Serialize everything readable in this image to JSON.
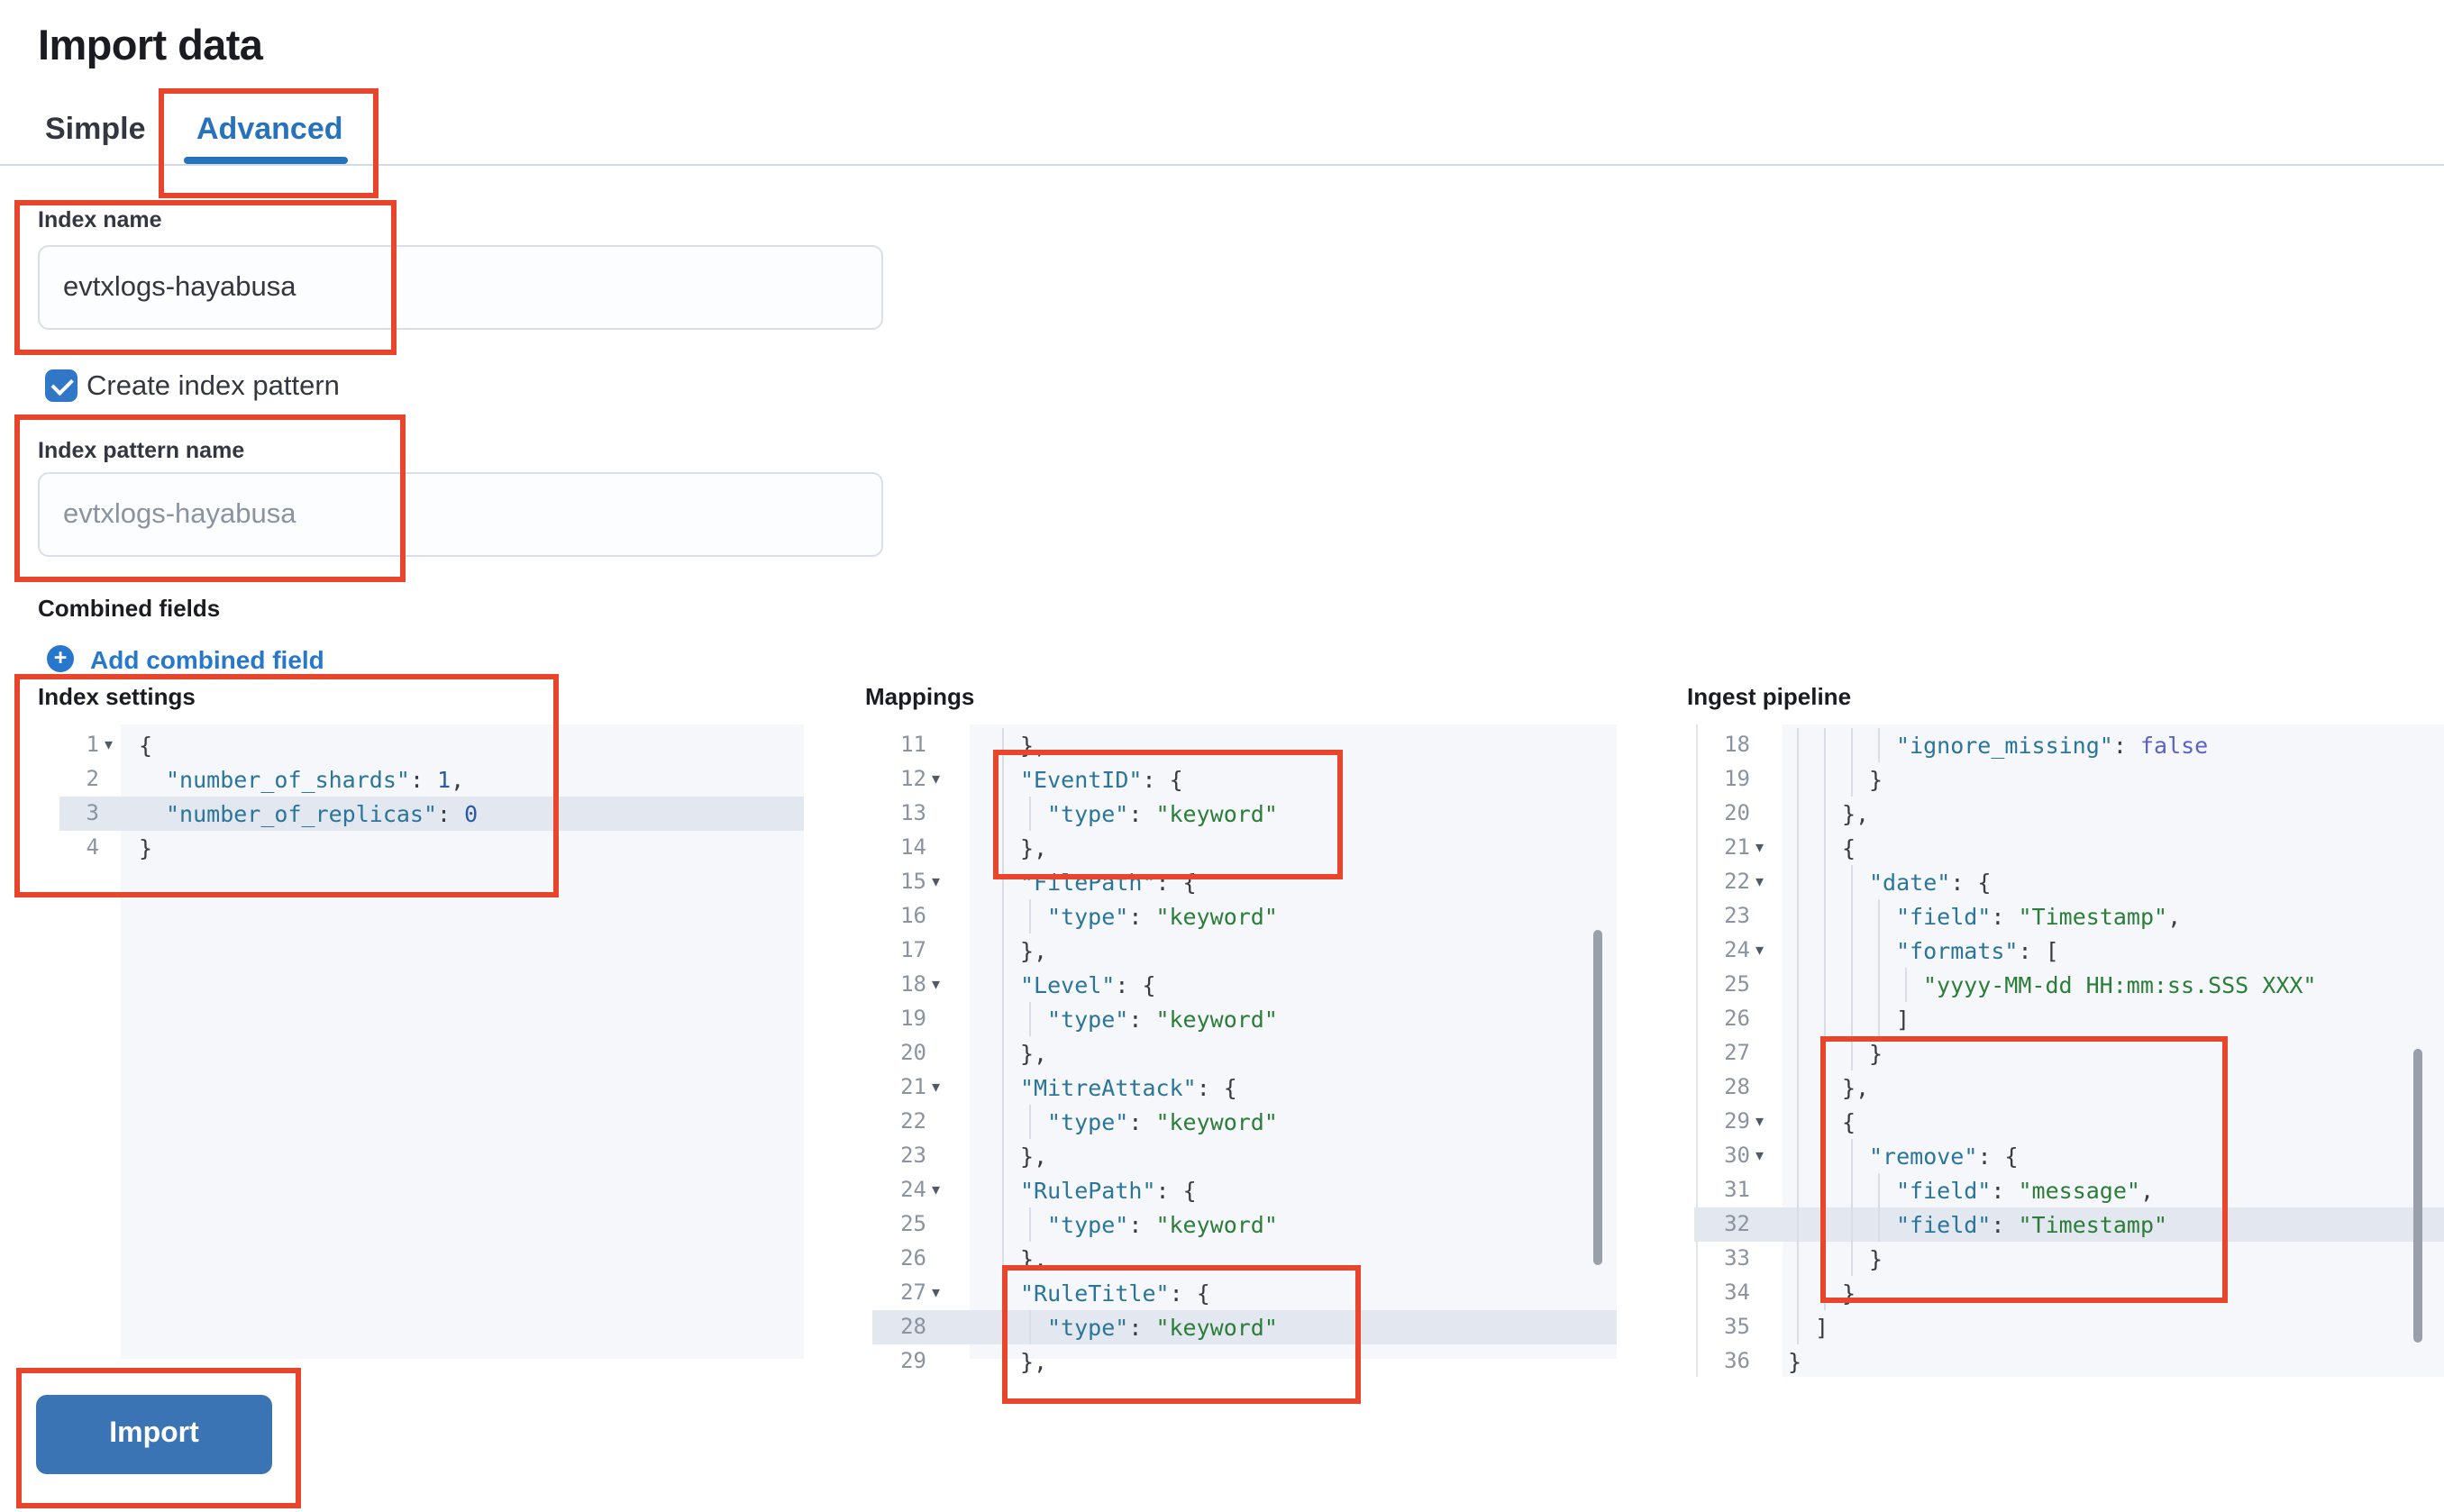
{
  "page": {
    "title": "Import data"
  },
  "tabs": [
    {
      "label": "Simple",
      "selected": false
    },
    {
      "label": "Advanced",
      "selected": true
    }
  ],
  "form": {
    "index_name": {
      "label": "Index name",
      "value": "evtxlogs-hayabusa"
    },
    "create_index_pattern": {
      "label": "Create index pattern",
      "checked": true
    },
    "index_pattern_name": {
      "label": "Index pattern name",
      "placeholder": "evtxlogs-hayabusa"
    },
    "combined_fields": {
      "label": "Combined fields",
      "add_link": "Add combined field",
      "add_icon": "+"
    }
  },
  "import_button": {
    "label": "Import"
  },
  "colors": {
    "accent_blue": "#2673bb",
    "link_blue": "#2777cd",
    "button_blue": "#3a74b4",
    "checkbox_blue": "#3077c8",
    "annotation_red": "#e9442c",
    "editor_background": "#f5f7fa",
    "highlight_row": "#e3e7ef",
    "code_key": "#2a7599",
    "code_string": "#2b7d39",
    "code_number": "#275ba6",
    "code_boolean": "#5c61c9"
  },
  "editors": [
    {
      "id": "index-settings",
      "label": "Index settings",
      "lines": [
        {
          "n": 1,
          "indent": 0,
          "caret": true,
          "tokens": [
            [
              "p",
              "{"
            ]
          ]
        },
        {
          "n": 2,
          "indent": 2,
          "tokens": [
            [
              "k",
              "\"number_of_shards\""
            ],
            [
              "p",
              ": "
            ],
            [
              "n",
              "1"
            ],
            [
              "p",
              ","
            ]
          ]
        },
        {
          "n": 3,
          "indent": 2,
          "hl": true,
          "tokens": [
            [
              "k",
              "\"number_of_replicas\""
            ],
            [
              "p",
              ": "
            ],
            [
              "n",
              "0"
            ]
          ]
        },
        {
          "n": 4,
          "indent": 0,
          "tokens": [
            [
              "p",
              "}"
            ]
          ]
        }
      ]
    },
    {
      "id": "mappings",
      "label": "Mappings",
      "lines": [
        {
          "n": 11,
          "indent": 2,
          "tokens": [
            [
              "p",
              "},"
            ]
          ]
        },
        {
          "n": 12,
          "indent": 2,
          "caret": true,
          "tokens": [
            [
              "k",
              "\"EventID\""
            ],
            [
              "p",
              ": {"
            ]
          ]
        },
        {
          "n": 13,
          "indent": 4,
          "tokens": [
            [
              "k",
              "\"type\""
            ],
            [
              "p",
              ": "
            ],
            [
              "s",
              "\"keyword\""
            ]
          ]
        },
        {
          "n": 14,
          "indent": 2,
          "tokens": [
            [
              "p",
              "},"
            ]
          ]
        },
        {
          "n": 15,
          "indent": 2,
          "caret": true,
          "tokens": [
            [
              "k",
              "\"FilePath\""
            ],
            [
              "p",
              ": {"
            ]
          ]
        },
        {
          "n": 16,
          "indent": 4,
          "tokens": [
            [
              "k",
              "\"type\""
            ],
            [
              "p",
              ": "
            ],
            [
              "s",
              "\"keyword\""
            ]
          ]
        },
        {
          "n": 17,
          "indent": 2,
          "tokens": [
            [
              "p",
              "},"
            ]
          ]
        },
        {
          "n": 18,
          "indent": 2,
          "caret": true,
          "tokens": [
            [
              "k",
              "\"Level\""
            ],
            [
              "p",
              ": {"
            ]
          ]
        },
        {
          "n": 19,
          "indent": 4,
          "tokens": [
            [
              "k",
              "\"type\""
            ],
            [
              "p",
              ": "
            ],
            [
              "s",
              "\"keyword\""
            ]
          ]
        },
        {
          "n": 20,
          "indent": 2,
          "tokens": [
            [
              "p",
              "},"
            ]
          ]
        },
        {
          "n": 21,
          "indent": 2,
          "caret": true,
          "tokens": [
            [
              "k",
              "\"MitreAttack\""
            ],
            [
              "p",
              ": {"
            ]
          ]
        },
        {
          "n": 22,
          "indent": 4,
          "tokens": [
            [
              "k",
              "\"type\""
            ],
            [
              "p",
              ": "
            ],
            [
              "s",
              "\"keyword\""
            ]
          ]
        },
        {
          "n": 23,
          "indent": 2,
          "tokens": [
            [
              "p",
              "},"
            ]
          ]
        },
        {
          "n": 24,
          "indent": 2,
          "caret": true,
          "tokens": [
            [
              "k",
              "\"RulePath\""
            ],
            [
              "p",
              ": {"
            ]
          ]
        },
        {
          "n": 25,
          "indent": 4,
          "tokens": [
            [
              "k",
              "\"type\""
            ],
            [
              "p",
              ": "
            ],
            [
              "s",
              "\"keyword\""
            ]
          ]
        },
        {
          "n": 26,
          "indent": 2,
          "tokens": [
            [
              "p",
              "},"
            ]
          ]
        },
        {
          "n": 27,
          "indent": 2,
          "caret": true,
          "tokens": [
            [
              "k",
              "\"RuleTitle\""
            ],
            [
              "p",
              ": {"
            ]
          ]
        },
        {
          "n": 28,
          "indent": 4,
          "hl": true,
          "tokens": [
            [
              "k",
              "\"type\""
            ],
            [
              "p",
              ": "
            ],
            [
              "s",
              "\"keyword\""
            ]
          ]
        },
        {
          "n": 29,
          "indent": 2,
          "tokens": [
            [
              "p",
              "},"
            ]
          ]
        }
      ]
    },
    {
      "id": "ingest-pipeline",
      "label": "Ingest pipeline",
      "lines": [
        {
          "n": 18,
          "indent": 8,
          "tokens": [
            [
              "k",
              "\"ignore_missing\""
            ],
            [
              "p",
              ": "
            ],
            [
              "b",
              "false"
            ]
          ]
        },
        {
          "n": 19,
          "indent": 6,
          "tokens": [
            [
              "p",
              "}"
            ]
          ]
        },
        {
          "n": 20,
          "indent": 4,
          "tokens": [
            [
              "p",
              "},"
            ]
          ]
        },
        {
          "n": 21,
          "indent": 4,
          "caret": true,
          "tokens": [
            [
              "p",
              "{"
            ]
          ]
        },
        {
          "n": 22,
          "indent": 6,
          "caret": true,
          "tokens": [
            [
              "k",
              "\"date\""
            ],
            [
              "p",
              ": {"
            ]
          ]
        },
        {
          "n": 23,
          "indent": 8,
          "tokens": [
            [
              "k",
              "\"field\""
            ],
            [
              "p",
              ": "
            ],
            [
              "s",
              "\"Timestamp\""
            ],
            [
              "p",
              ","
            ]
          ]
        },
        {
          "n": 24,
          "indent": 8,
          "caret": true,
          "tokens": [
            [
              "k",
              "\"formats\""
            ],
            [
              "p",
              ": ["
            ]
          ]
        },
        {
          "n": 25,
          "indent": 10,
          "tokens": [
            [
              "s",
              "\"yyyy-MM-dd HH:mm:ss.SSS XXX\""
            ]
          ]
        },
        {
          "n": 26,
          "indent": 8,
          "tokens": [
            [
              "p",
              "]"
            ]
          ]
        },
        {
          "n": 27,
          "indent": 6,
          "tokens": [
            [
              "p",
              "}"
            ]
          ]
        },
        {
          "n": 28,
          "indent": 4,
          "tokens": [
            [
              "p",
              "},"
            ]
          ]
        },
        {
          "n": 29,
          "indent": 4,
          "caret": true,
          "tokens": [
            [
              "p",
              "{"
            ]
          ]
        },
        {
          "n": 30,
          "indent": 6,
          "caret": true,
          "tokens": [
            [
              "k",
              "\"remove\""
            ],
            [
              "p",
              ": {"
            ]
          ]
        },
        {
          "n": 31,
          "indent": 8,
          "tokens": [
            [
              "k",
              "\"field\""
            ],
            [
              "p",
              ": "
            ],
            [
              "s",
              "\"message\""
            ],
            [
              "p",
              ","
            ]
          ]
        },
        {
          "n": 32,
          "indent": 8,
          "hl": true,
          "tokens": [
            [
              "k",
              "\"field\""
            ],
            [
              "p",
              ": "
            ],
            [
              "s",
              "\"Timestamp\""
            ]
          ]
        },
        {
          "n": 33,
          "indent": 6,
          "tokens": [
            [
              "p",
              "}"
            ]
          ]
        },
        {
          "n": 34,
          "indent": 4,
          "tokens": [
            [
              "p",
              "}"
            ]
          ]
        },
        {
          "n": 35,
          "indent": 2,
          "tokens": [
            [
              "p",
              "]"
            ]
          ]
        },
        {
          "n": 36,
          "indent": 0,
          "tokens": [
            [
              "p",
              "}"
            ]
          ]
        }
      ]
    }
  ]
}
